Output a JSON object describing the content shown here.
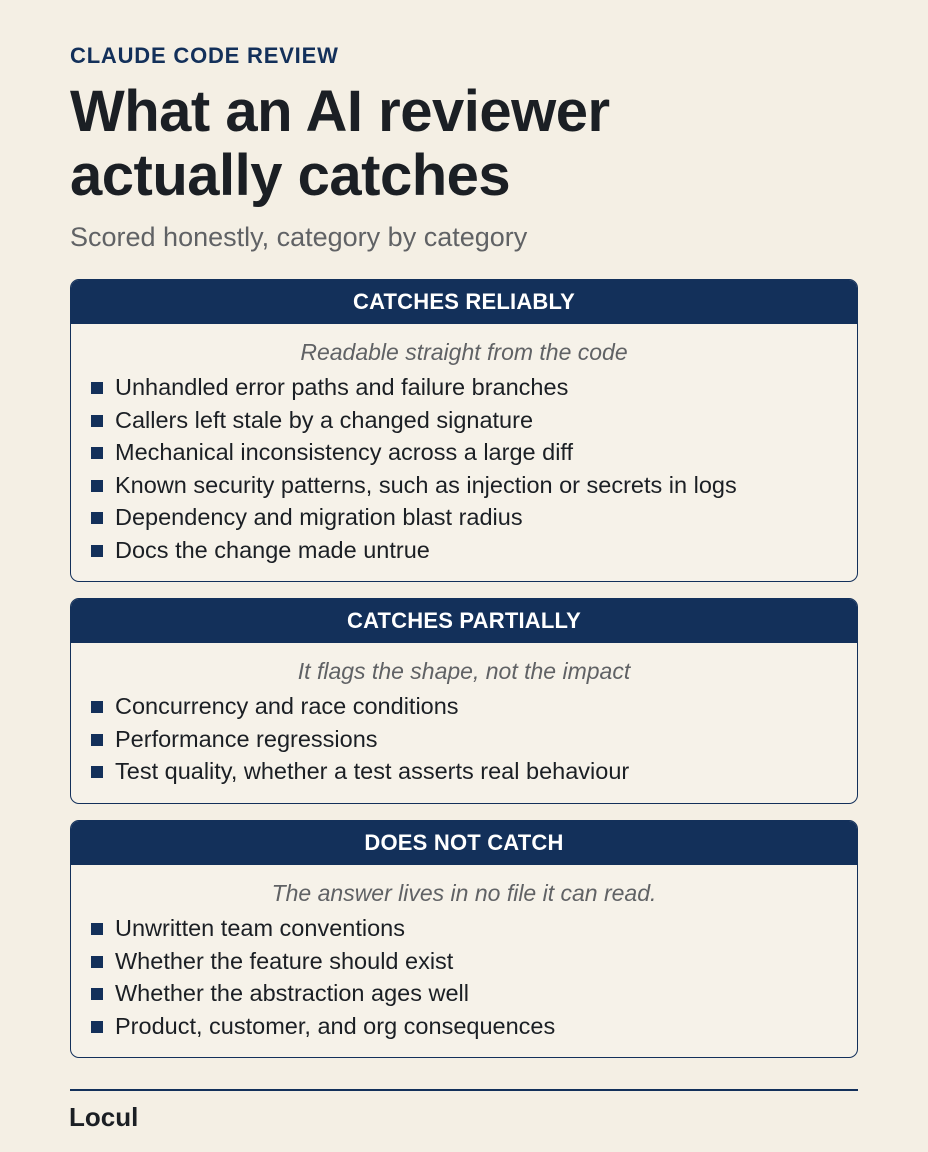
{
  "header": {
    "eyebrow": "CLAUDE CODE REVIEW",
    "title_line1": "What an AI reviewer",
    "title_line2": "actually catches",
    "subtitle": "Scored honestly, category by category"
  },
  "sections": [
    {
      "heading": "CATCHES RELIABLY",
      "note": "Readable straight from the code",
      "items": [
        "Unhandled error paths and failure branches",
        "Callers left stale by a changed signature",
        "Mechanical inconsistency across a large diff",
        "Known security patterns, such as injection or secrets in logs",
        "Dependency and migration blast radius",
        "Docs the change made untrue"
      ]
    },
    {
      "heading": "CATCHES PARTIALLY",
      "note": "It flags the shape, not the impact",
      "items": [
        "Concurrency and race conditions",
        "Performance regressions",
        "Test quality, whether a test asserts real behaviour"
      ]
    },
    {
      "heading": "DOES NOT CATCH",
      "note": "The answer lives in no file it can read.",
      "items": [
        "Unwritten team conventions",
        "Whether the feature should exist",
        "Whether the abstraction ages well",
        "Product, customer, and org consequences"
      ]
    }
  ],
  "footer": {
    "brand": "Locul"
  },
  "colors": {
    "accent": "#13305a",
    "background": "#f4efe4",
    "text": "#1b1f24",
    "muted": "#606265"
  },
  "icons": {
    "bullet": "square-bullet-icon"
  }
}
